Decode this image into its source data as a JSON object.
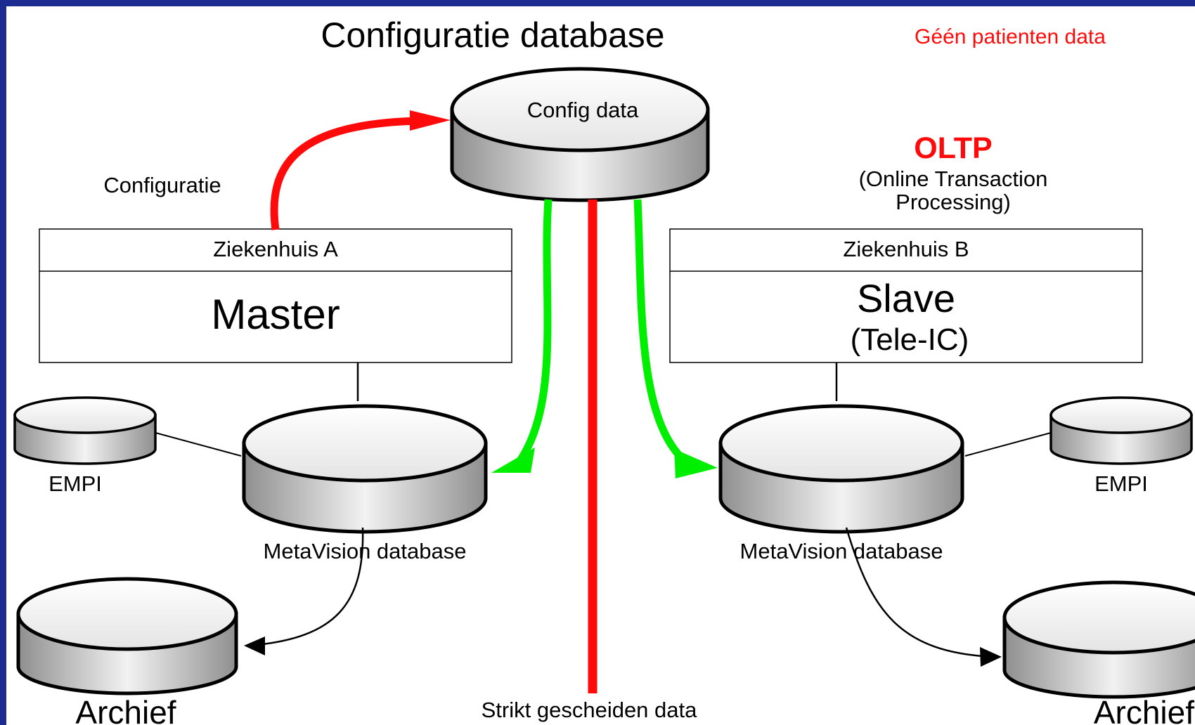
{
  "title": "Configuratie database",
  "note": "Géén patienten data",
  "config_db": {
    "label": "Config data"
  },
  "configuratie_label": "Configuratie",
  "oltp": {
    "title": "OLTP",
    "line1": "(Online Transaction",
    "line2": "Processing)"
  },
  "hospital_a": {
    "name": "Ziekenhuis A",
    "role": "Master",
    "db_label": "MetaVision database",
    "empi_label": "EMPI",
    "archive_label": "Archief"
  },
  "hospital_b": {
    "name": "Ziekenhuis B",
    "role": "Slave",
    "role_sub": "(Tele-IC)",
    "db_label": "MetaVision database",
    "empi_label": "EMPI",
    "archive_label": "Archief"
  },
  "separator_label": "Strikt gescheiden data",
  "colors": {
    "frame": "#1c2b8f",
    "red": "#ff0a0a",
    "green": "#00ee00",
    "text": "#000000"
  }
}
